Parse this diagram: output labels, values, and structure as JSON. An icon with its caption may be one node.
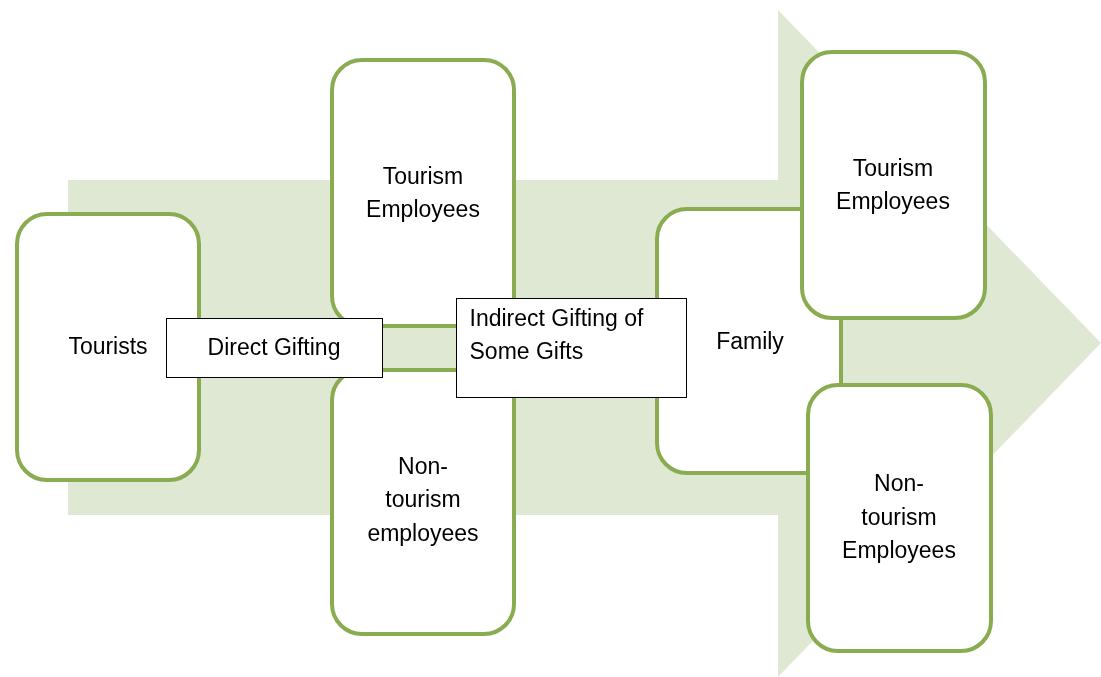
{
  "diagram": {
    "nodes": [
      {
        "text": [
          "Tourists"
        ]
      },
      {
        "text": [
          "Direct Gifting"
        ]
      },
      {
        "text": [
          "Tourism Employees"
        ]
      },
      {
        "text": [
          "Non-tourism employees"
        ]
      },
      {
        "text": [
          "Indirect Gifting of Some Gifts"
        ]
      },
      {
        "text": [
          "Family"
        ]
      },
      {
        "text": [
          "Tourism Employees"
        ]
      },
      {
        "text": [
          "Non-tourism Employees"
        ]
      }
    ]
  }
}
